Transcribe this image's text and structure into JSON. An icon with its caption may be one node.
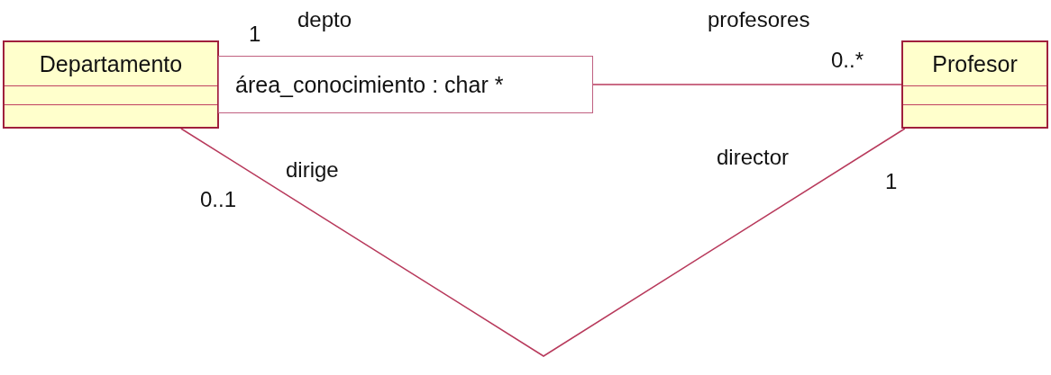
{
  "diagram": {
    "nodes": [
      {
        "text": [
          "Departamento"
        ]
      },
      {
        "text": [
          "área_conocimiento : char *"
        ]
      },
      {
        "text": [
          "Profesor"
        ]
      }
    ],
    "edges": [
      {
        "from": 1,
        "to": 2,
        "arrow": "none"
      },
      {
        "from": 0,
        "to": 2,
        "arrow": "none"
      }
    ],
    "labels": [
      "1",
      "depto",
      "profesores",
      "0..*",
      "dirige",
      "director",
      "0..1",
      "1"
    ]
  }
}
